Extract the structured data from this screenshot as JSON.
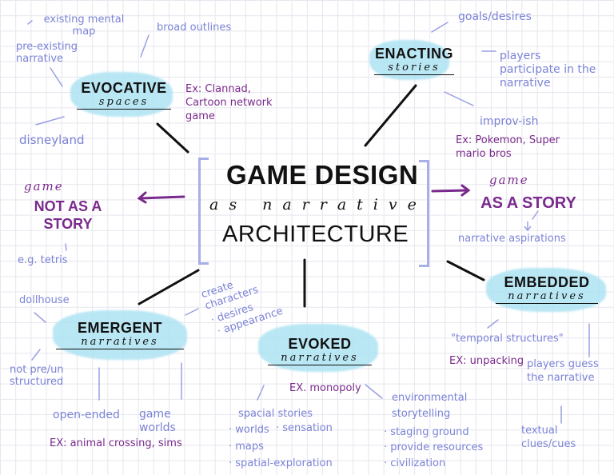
{
  "center": {
    "line1": "GAME DESIGN",
    "line2": "as narrative",
    "line3": "ARCHITECTURE"
  },
  "left_branch": {
    "script": "game",
    "title": "NOT AS A STORY",
    "note": "e.g. tetris"
  },
  "right_branch": {
    "script": "game",
    "title": "AS A STORY",
    "note": "narrative aspirations"
  },
  "evocative": {
    "title": "EVOCATIVE",
    "subtitle": "spaces",
    "notes": [
      "existing mental map",
      "pre-existing narrative",
      "broad outlines",
      "disneyland"
    ],
    "example": "Ex: Clannad, Cartoon network game"
  },
  "enacting": {
    "title": "ENACTING",
    "subtitle": "stories",
    "notes": [
      "goals/desires",
      "players participate in the narrative",
      "improv-ish"
    ],
    "example": "Ex: Pokemon, Super mario bros"
  },
  "embedded": {
    "title": "EMBEDDED",
    "subtitle": "narratives",
    "notes": [
      "\"temporal structures\"",
      "players guess the narrative",
      "textual clues/cues"
    ],
    "example": "EX: unpacking"
  },
  "emergent": {
    "title": "EMERGENT",
    "subtitle": "narratives",
    "notes": [
      "dollhouse",
      "create characters",
      "· desires",
      "· appearance",
      "not pre/un structured",
      "open-ended",
      "game worlds"
    ],
    "example": "EX: animal crossing, sims"
  },
  "evoked": {
    "title": "EVOKED",
    "subtitle": "narratives",
    "example": "EX. monopoly",
    "spacial": [
      "spacial stories",
      "· worlds",
      "· sensation",
      "· maps",
      "· spatial-exploration"
    ],
    "environmental": [
      "environmental storytelling",
      "· staging ground",
      "· provide resources",
      "· civilization"
    ]
  },
  "colors": {
    "ink": "#111111",
    "note_blue": "#7b83d6",
    "example_purple": "#7a2a8c",
    "highlight": "#aee3f3",
    "bracket": "#a8aee8",
    "grid": "#e6e6ee"
  }
}
